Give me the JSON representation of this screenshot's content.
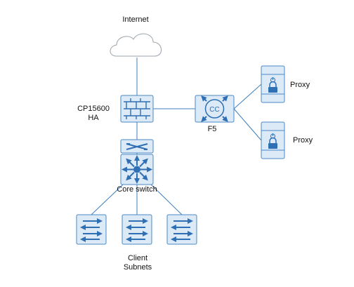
{
  "colors": {
    "link": "#3c7fbd",
    "device_fill": "#dce9f6",
    "device_stroke": "#4a8ac6",
    "icon": "#2f6fb3",
    "cloud_stroke": "#9aa3ad",
    "cloud_fill": "#ffffff"
  },
  "nodes": {
    "internet": {
      "label": "Internet",
      "icon": "cloud-icon"
    },
    "firewall": {
      "label_line1": "CP15600",
      "label_line2": "HA",
      "icon": "firewall-icon"
    },
    "f5": {
      "label": "F5",
      "icon": "load-balancer-icon",
      "badge": "CC"
    },
    "proxy1": {
      "label": "Proxy",
      "icon": "server-icon"
    },
    "proxy2": {
      "label": "Proxy",
      "icon": "server-icon"
    },
    "small_switch": {
      "icon": "switch-icon"
    },
    "core_switch": {
      "label": "Core switch",
      "icon": "layer3-switch-icon"
    },
    "access_switches": [
      {
        "icon": "switch-icon"
      },
      {
        "icon": "switch-icon"
      },
      {
        "icon": "switch-icon"
      }
    ],
    "client_subnets": {
      "label_line1": "Client",
      "label_line2": "Subnets"
    }
  }
}
